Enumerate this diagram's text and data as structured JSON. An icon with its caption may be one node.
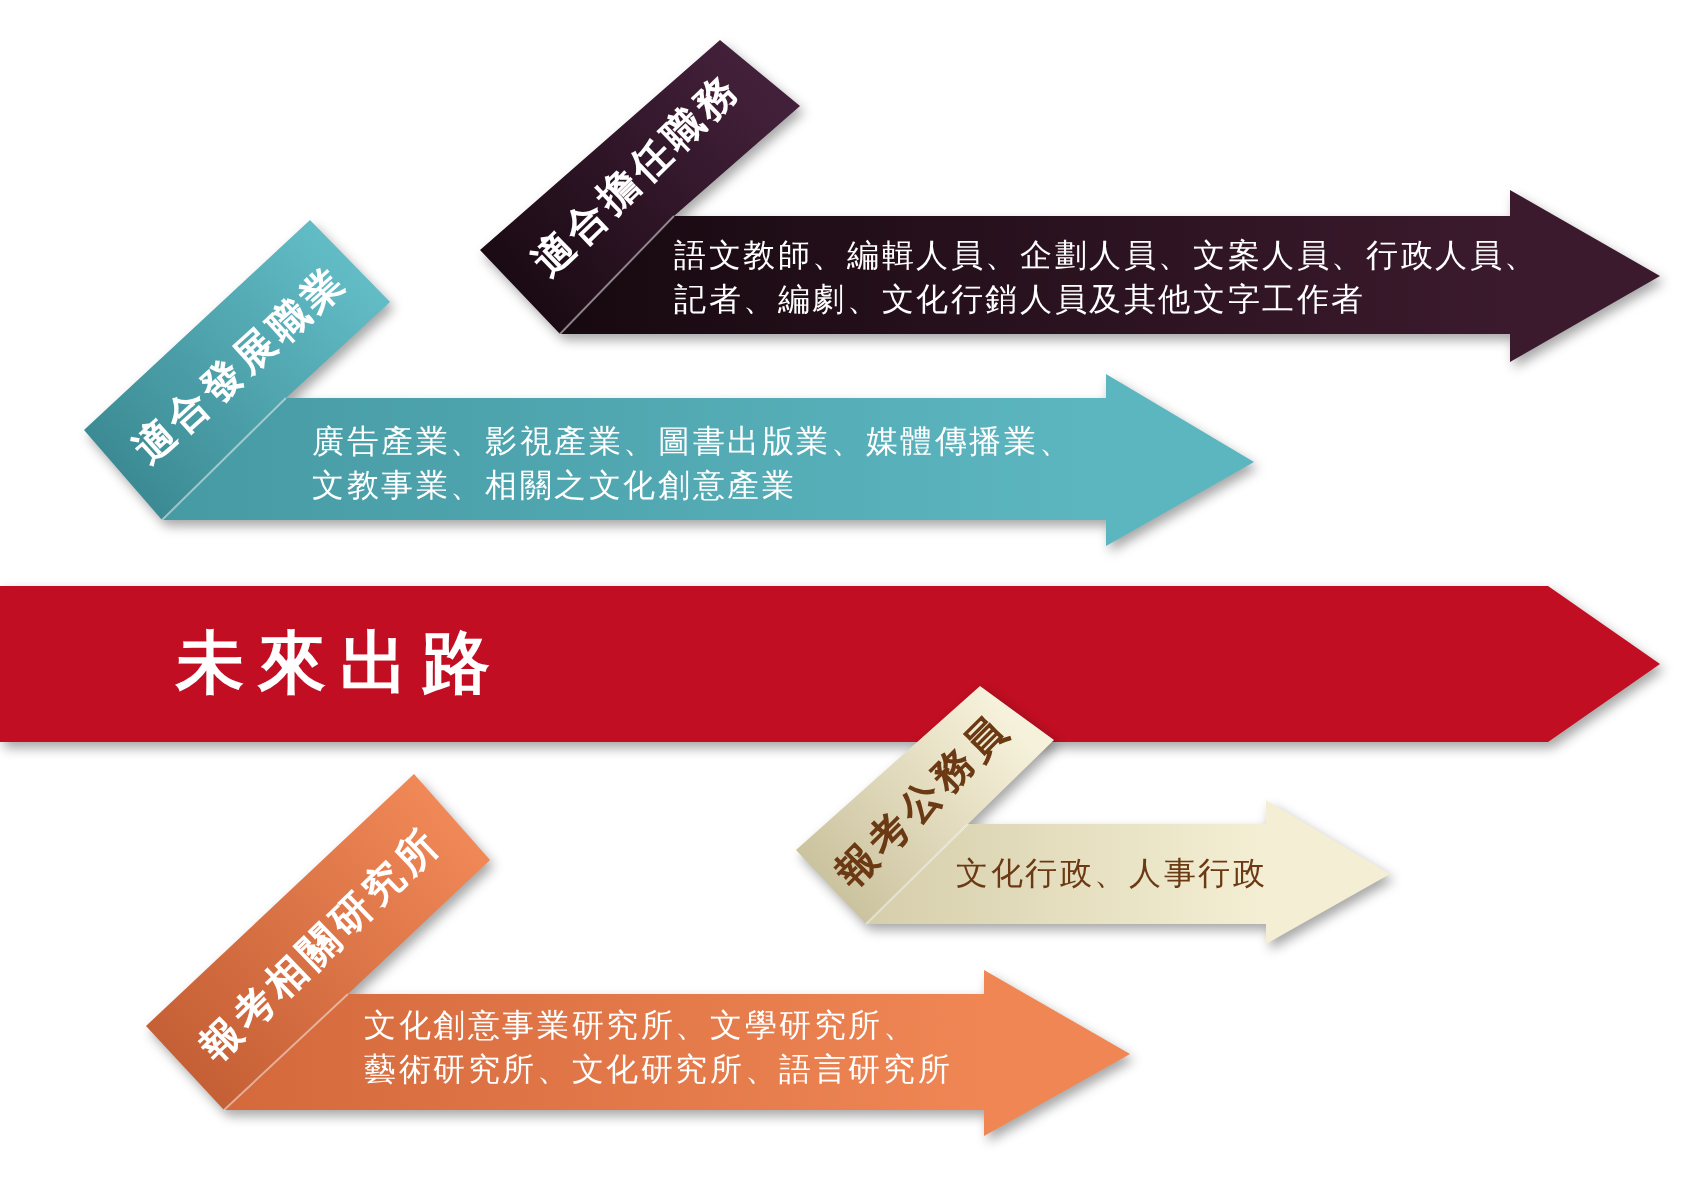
{
  "diagram": {
    "nodes": [
      {
        "text": [
          "適合擔任職務",
          "語文教師、編輯人員、企劃人員、文案人員、行政人員、記者、編劇、文化行銷人員及其他文字工作者"
        ]
      },
      {
        "text": [
          "適合發展職業",
          "廣告產業、影視產業、圖書出版業、媒體傳播業、文教事業、相關之文化創意產業"
        ]
      },
      {
        "text": [
          "未來出路"
        ]
      },
      {
        "text": [
          "報考公務員",
          "文化行政、人事行政"
        ]
      },
      {
        "text": [
          "報考相關研究所",
          "文化創意事業研究所、文學研究所、藝術研究所、文化研究所、語言研究所"
        ]
      }
    ]
  }
}
